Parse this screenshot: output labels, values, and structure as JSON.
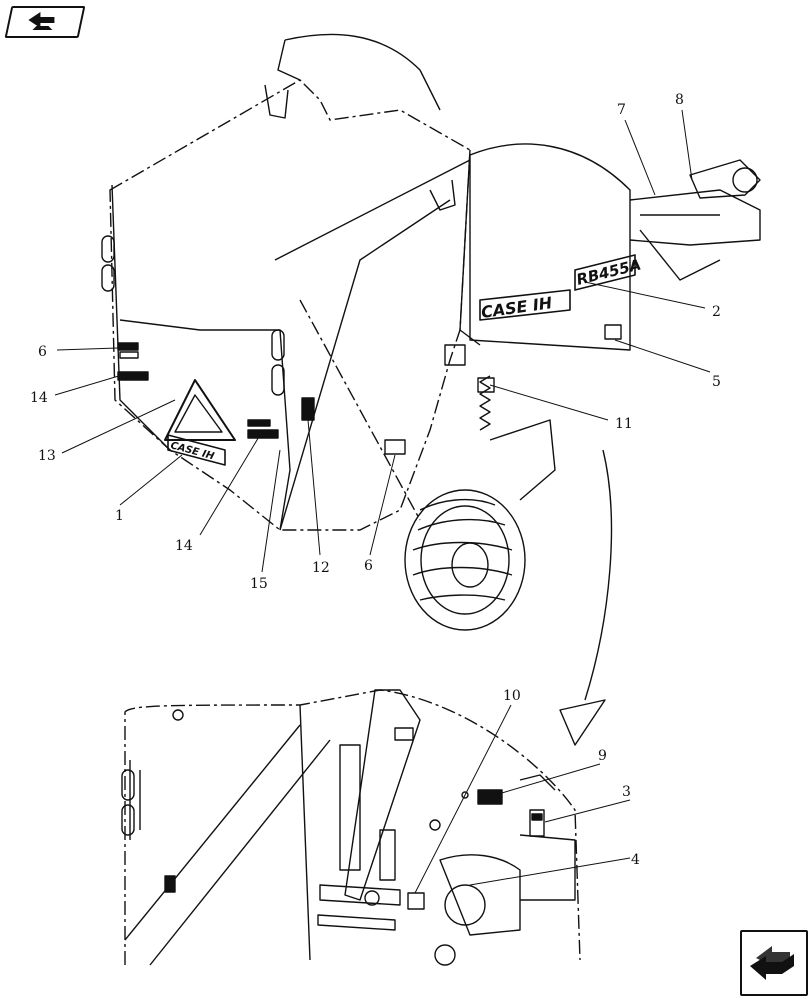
{
  "brand": {
    "name": "CASE IH",
    "model": "RB455A",
    "side_logo": "CASE IH"
  },
  "callouts": [
    "1",
    "2",
    "3",
    "4",
    "5",
    "6",
    "6",
    "7",
    "8",
    "9",
    "10",
    "11",
    "12",
    "13",
    "14",
    "14",
    "15"
  ],
  "nav": {
    "back_icon": "previous-page-icon",
    "next_icon": "next-page-icon"
  },
  "colors": {
    "line": "#111111",
    "background": "#ffffff"
  }
}
